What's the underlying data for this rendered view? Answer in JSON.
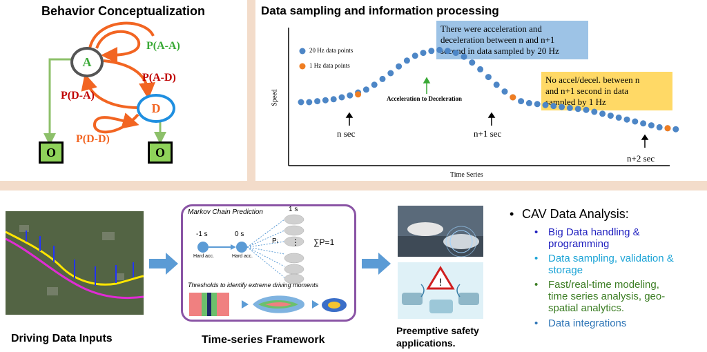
{
  "behavior": {
    "title": "Behavior Conceptualization",
    "node_a": "A",
    "node_d": "D",
    "obs_label": "O",
    "p_aa": "P(A-A)",
    "p_ad": "P(A-D)",
    "p_da": "P(D-A)",
    "p_dd": "P(D-D)",
    "colors": {
      "arrow": "#f26522",
      "link": "#8dc06a",
      "p_aa": "#39a935",
      "p_ad": "#c00000",
      "p_da": "#c00000",
      "p_dd": "#f26522",
      "node_d": "#1f8fe0"
    }
  },
  "sampling": {
    "title": "Data sampling and information processing",
    "callout_top": [
      "There were acceleration and",
      "deceleration between n and n+1",
      "second in data sampled by 20 Hz"
    ],
    "callout_right": [
      "No accel/decel. between n",
      "and n+1 second in data",
      "sampled by 1 Hz"
    ],
    "legend_20hz": "20 Hz data points",
    "legend_1hz": "1 Hz data points",
    "y_label": "Speed",
    "x_label": "Time Series",
    "annotation": "Acceleration to Deceleration",
    "label_n": "n sec",
    "label_n1": "n+1 sec",
    "label_n2": "n+2 sec"
  },
  "chart_data": {
    "type": "scatter",
    "xlabel": "Time Series",
    "ylabel": "Speed",
    "series": [
      {
        "name": "20 Hz data points",
        "color": "#4d86c6",
        "y": [
          0.3,
          0.3,
          0.31,
          0.32,
          0.33,
          0.35,
          0.37,
          0.4,
          0.43,
          0.48,
          0.54,
          0.6,
          0.67,
          0.73,
          0.78,
          0.81,
          0.83,
          0.84,
          0.83,
          0.81,
          0.77,
          0.71,
          0.64,
          0.56,
          0.48,
          0.41,
          0.35,
          0.31,
          0.29,
          0.28,
          0.27,
          0.26,
          0.25,
          0.24,
          0.23,
          0.22,
          0.2,
          0.18,
          0.16,
          0.14,
          0.12,
          0.1,
          0.08,
          0.06,
          0.04,
          0.03,
          0.02
        ]
      },
      {
        "name": "1 Hz data points",
        "color": "#ef7d22",
        "x": [
          7,
          26,
          45
        ],
        "y": [
          0.38,
          0.35,
          0.03
        ]
      }
    ]
  },
  "pipeline": {
    "input_label": "Driving Data Inputs",
    "framework_label": "Time-series Framework",
    "markov_title": "Markov Chain Prediction",
    "t_m1": "-1 s",
    "t_0": "0 s",
    "t_1": "1 s",
    "hard_acc_1": "Hard acc.",
    "hard_acc_2": "Hard acc.",
    "pi": "Pᵢ",
    "sum": "∑P=1",
    "dots": "⋮",
    "thresholds": "Thresholds to identify extreme driving moments",
    "safety_label": [
      "Preemptive safety",
      "applications."
    ]
  },
  "cav": {
    "heading": "CAV Data Analysis:",
    "items": [
      {
        "lines": [
          "Big Data handling &",
          "programming"
        ],
        "color": "#1f1fbf"
      },
      {
        "lines": [
          "Data sampling, validation &",
          "storage"
        ],
        "color": "#1aa3d6"
      },
      {
        "lines": [
          "Fast/real-time modeling,",
          "time series analysis, geo-",
          "spatial analytics."
        ],
        "color": "#3b7d23"
      },
      {
        "lines": [
          "Data integrations"
        ],
        "color": "#2e75b6"
      }
    ]
  }
}
